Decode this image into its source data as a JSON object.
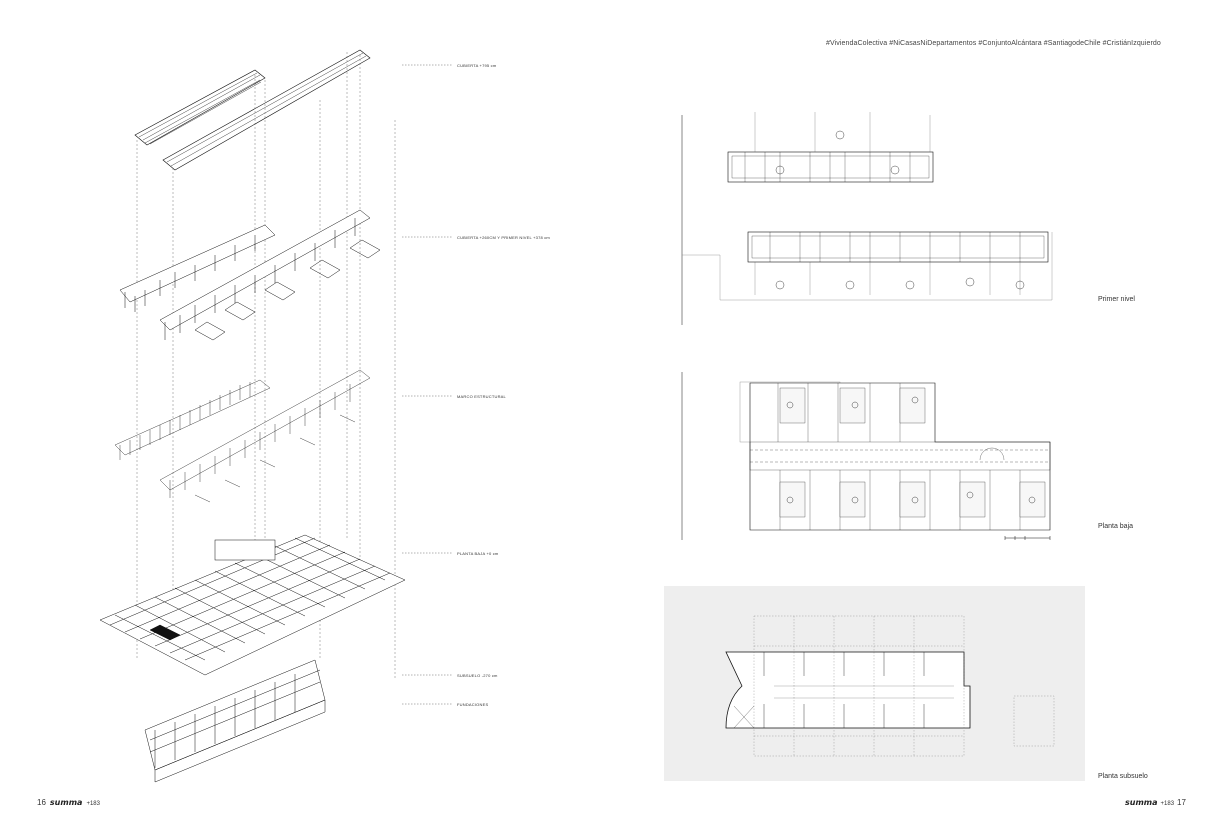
{
  "header": {
    "tags": "#ViviendaColectiva #NiCasasNiDepartamentos #ConjuntoAlcántara #SantiagodeChile #CristiánIzquierdo"
  },
  "axonometric": {
    "labels": [
      "CUBIERTA +795 cm",
      "CUBIERTA +260CM Y PRIMER NIVEL +378 cm",
      "MARCO ESTRUCTURAL",
      "PLANTA BAJA +0 cm",
      "SUBSUELO -270 cm",
      "FUNDACIONES"
    ]
  },
  "plans": {
    "captions": [
      "Primer nivel",
      "Planta baja",
      "Planta subsuelo"
    ]
  },
  "footer": {
    "left_page": "16",
    "left_brand": "summa",
    "left_issue": "+183",
    "right_brand": "summa",
    "right_issue": "+183",
    "right_page": "17"
  }
}
